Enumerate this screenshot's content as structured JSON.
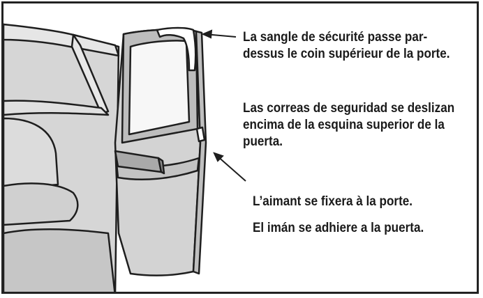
{
  "captions": {
    "strap_fr": "La sangle de sécurité passe par-dessus le coin supérieur de la porte.",
    "strap_es": "Las correas de seguridad se deslizan encima de la esquina superior de la puerta.",
    "magnet_fr": "L’aimant se fixera à la porte.",
    "magnet_es": "El imán se adhiere a la puerta."
  },
  "colors": {
    "outline": "#1e1e1e",
    "body_gray": "#cfcfcf",
    "interior_gray": "#e2e2e2",
    "window": "#f7f7f7",
    "strap": "#ffffff"
  }
}
